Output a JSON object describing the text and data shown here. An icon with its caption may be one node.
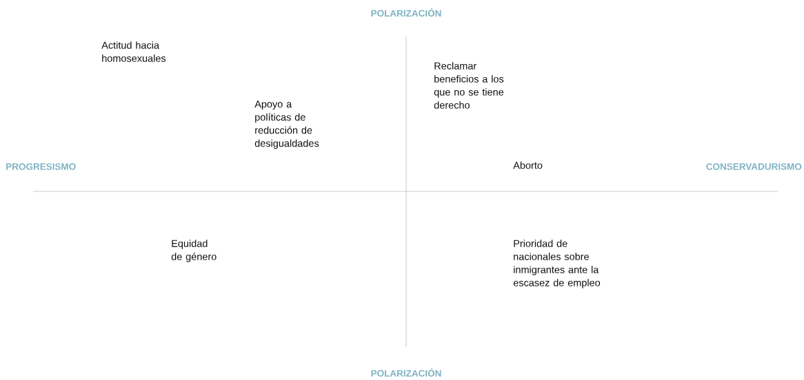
{
  "diagram": {
    "labels": [
      "POLARIZACIÓN",
      "Actitud hacia homosexuales",
      "Reclamar beneficios a los que no se tiene derecho",
      "Apoyo a políticas de reducción de desigualdades",
      "PROGRESISMO",
      "Aborto",
      "CONSERVADURISMO",
      "Equidad de género",
      "Prioridad de nacionales sobre inmigrantes ante la escasez de empleo",
      "POLARIZACIÓN"
    ]
  }
}
